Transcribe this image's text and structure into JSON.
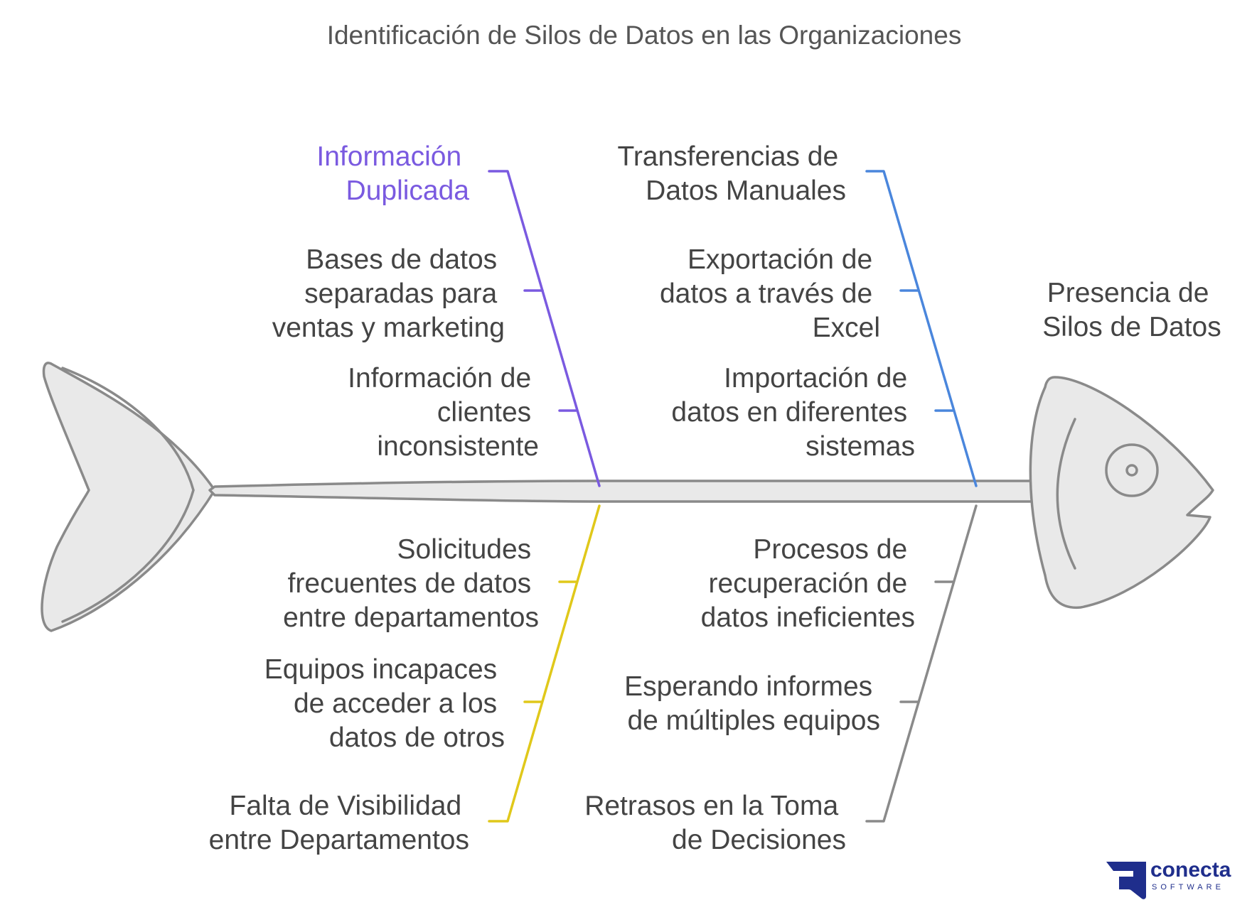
{
  "title": "Identificación de Silos de Datos en las Organizaciones",
  "head": {
    "line1": "Presencia de",
    "line2": "Silos de Datos"
  },
  "colors": {
    "purple": "#7a5ae0",
    "blue": "#4a86dc",
    "yellow": "#e0c81a",
    "gray": "#8a8a8a",
    "fish_fill": "#e9e9e9",
    "fish_stroke": "#8a8a8a"
  },
  "categories": [
    {
      "id": "top-left",
      "color": "#7a5ae0",
      "title": [
        "Información",
        "Duplicada"
      ],
      "causes": [
        [
          "Bases de datos",
          "separadas para",
          "ventas y marketing"
        ],
        [
          "Información de",
          "clientes",
          "inconsistente"
        ]
      ]
    },
    {
      "id": "top-right",
      "color": "#4a86dc",
      "title": [
        "Transferencias de",
        "Datos Manuales"
      ],
      "causes": [
        [
          "Exportación de",
          "datos a través de",
          "Excel"
        ],
        [
          "Importación de",
          "datos en diferentes",
          "sistemas"
        ]
      ]
    },
    {
      "id": "bottom-left",
      "color": "#e0c81a",
      "title": [
        "Falta de Visibilidad",
        "entre Departamentos"
      ],
      "causes": [
        [
          "Solicitudes",
          "frecuentes de datos",
          "entre departamentos"
        ],
        [
          "Equipos incapaces",
          "de acceder a los",
          "datos de otros"
        ]
      ]
    },
    {
      "id": "bottom-right",
      "color": "#8a8a8a",
      "title": [
        "Retrasos en la Toma",
        "de Decisiones"
      ],
      "causes": [
        [
          "Procesos de",
          "recuperación de",
          "datos ineficientes"
        ],
        [
          "Esperando informes",
          "de múltiples equipos"
        ]
      ]
    }
  ],
  "logo": {
    "name": "conecta",
    "sub": "SOFTWARE",
    "color": "#1f2e8c"
  }
}
